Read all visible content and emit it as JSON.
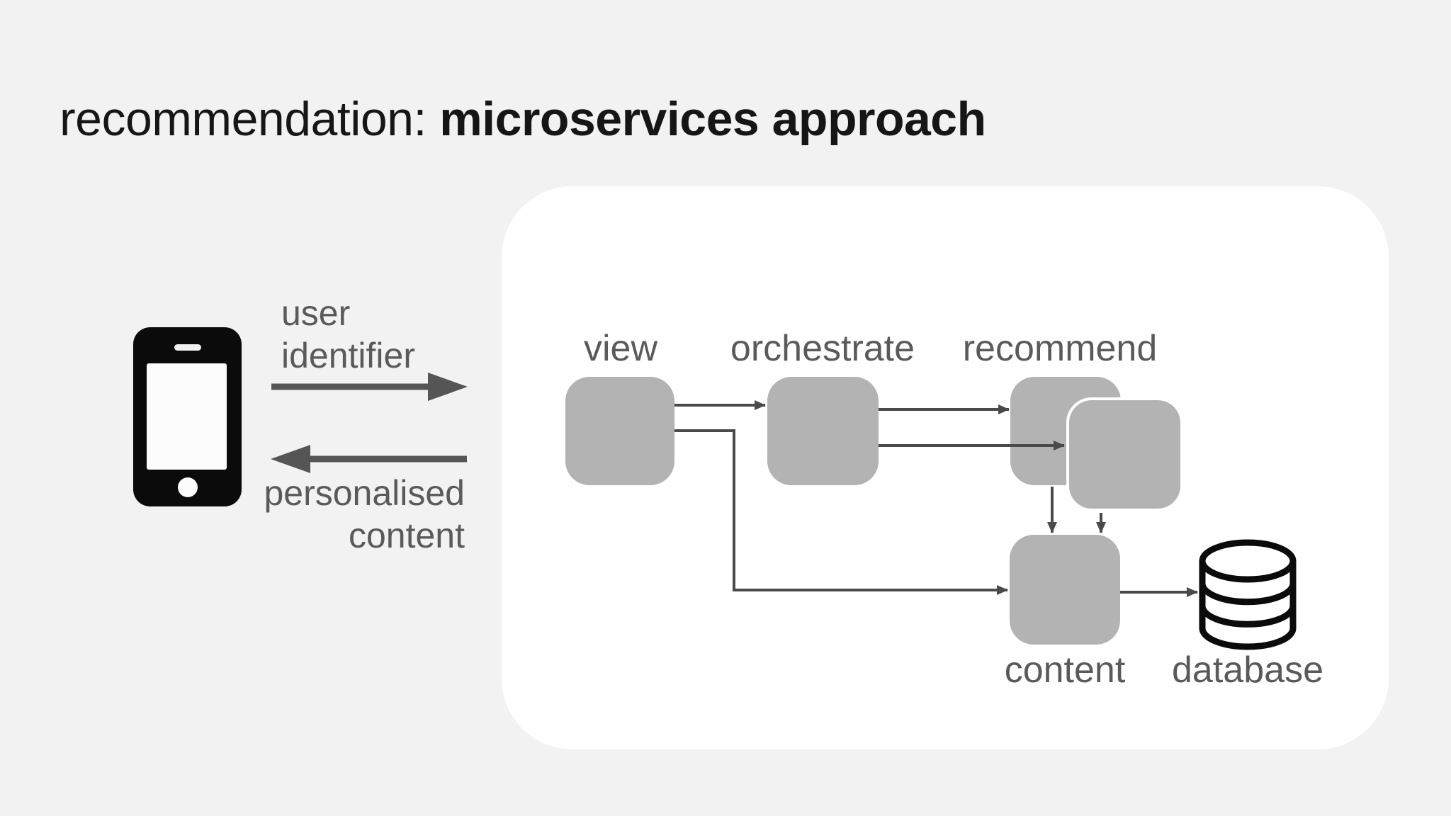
{
  "title": {
    "prefix": "recommendation: ",
    "emphasis": "microservices approach"
  },
  "client": {
    "request_label": {
      "line1": "user",
      "line2": "identifier"
    },
    "response_label": {
      "line1": "personalised",
      "line2": "content"
    }
  },
  "panel": {
    "node_labels": {
      "view": "view",
      "orchestrate": "orchestrate",
      "recommend": "recommend",
      "content": "content",
      "database": "database"
    }
  },
  "icons": {
    "client_device": "smartphone-icon",
    "storage": "database-cylinder-icon",
    "request": "arrow-right-icon",
    "response": "arrow-left-icon"
  },
  "colors": {
    "background": "#f2f2f2",
    "panel": "#ffffff",
    "node_fill": "#b3b3b3",
    "connector": "#4a4a4a",
    "arrow": "#555555",
    "label": "#5a5a5a",
    "title": "#161616",
    "phone": "#0b0b0b",
    "database_stroke": "#0b0b0b"
  }
}
